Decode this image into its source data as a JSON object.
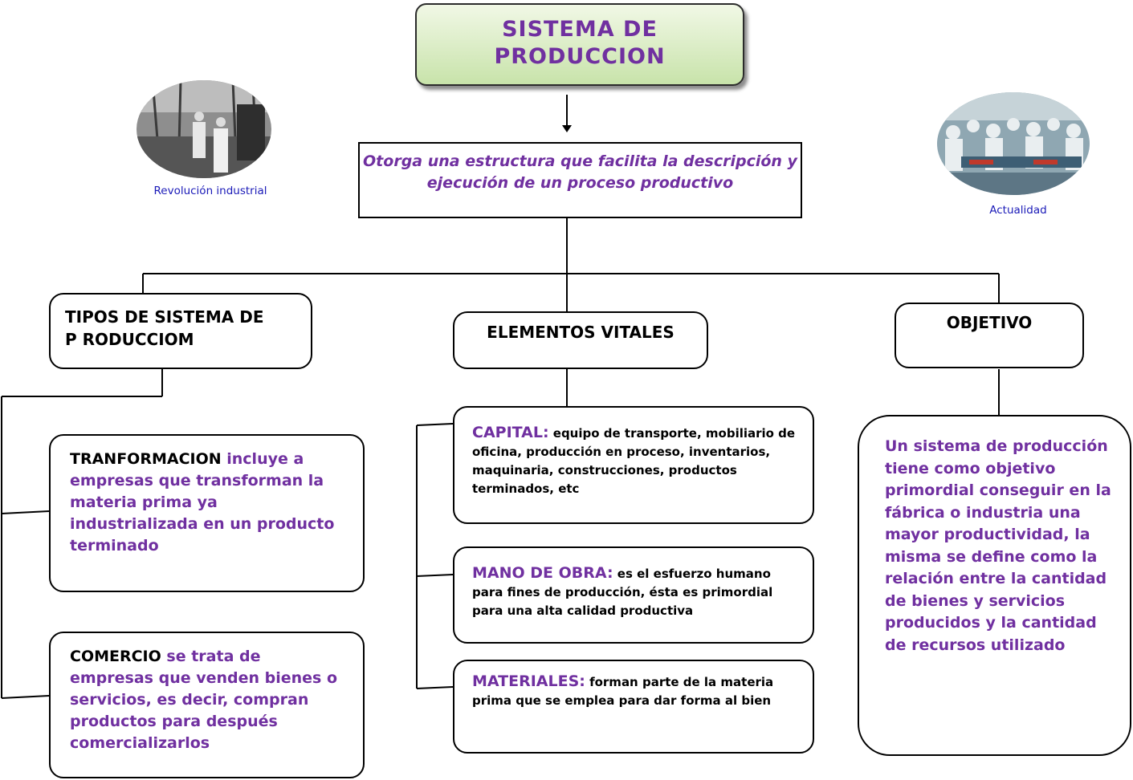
{
  "title": {
    "line1": "SISTEMA DE",
    "line2": "PRODUCCION"
  },
  "description": "Otorga una estructura que facilita la descripción y ejecución de un proceso productivo",
  "images": {
    "left_caption": "Revolución industrial",
    "right_caption": "Actualidad"
  },
  "branches": {
    "tipos": {
      "heading_line1": "TIPOS DE SISTEMA DE",
      "heading_line2": "P RODUCCIOM",
      "items": [
        {
          "label": "TRANFORMACION",
          "text": " incluye a empresas que transforman la materia prima ya industrializada en un producto terminado"
        },
        {
          "label": "COMERCIO",
          "text": " se trata de empresas que venden bienes o servicios, es decir, compran productos para después comercializarlos"
        }
      ]
    },
    "elementos": {
      "heading": "ELEMENTOS VITALES",
      "items": [
        {
          "label": "CAPITAL:",
          "text": " equipo de transporte, mobiliario de oficina, producción en proceso, inventarios, maquinaria, construcciones, productos terminados, etc"
        },
        {
          "label": "MANO DE OBRA:",
          "text": " es el esfuerzo humano para fines de producción, ésta es primordial para una alta calidad productiva"
        },
        {
          "label": "MATERIALES:",
          "text": " forman parte de la materia prima que se emplea para dar forma al bien"
        }
      ]
    },
    "objetivo": {
      "heading": "OBJETIVO",
      "text": "Un sistema de producción tiene como objetivo primordial conseguir en la fábrica o industria una mayor productividad, la misma se define como la relación entre la cantidad de bienes y servicios producidos y la cantidad de recursos utilizado"
    }
  }
}
